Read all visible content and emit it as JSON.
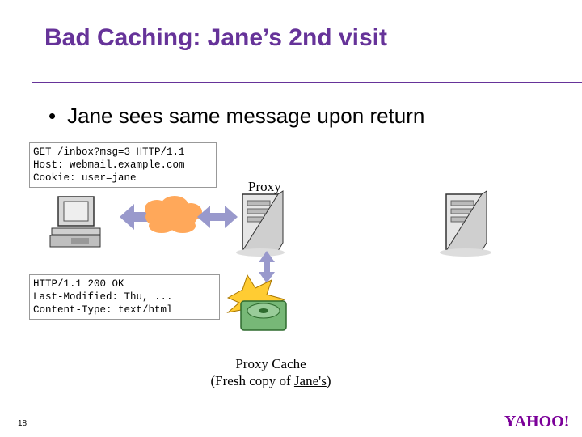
{
  "title": "Bad Caching: Jane’s 2nd visit",
  "bullet": "Jane sees same message upon return",
  "request": [
    "GET /inbox?msg=3 HTTP/1.1",
    "Host: webmail.example.com",
    "Cookie: user=jane"
  ],
  "response": [
    "HTTP/1.1 200 OK",
    "Last-Modified: Thu, ...",
    "Content-Type: text/html"
  ],
  "proxy_label": "Proxy",
  "cache_label_line1": "Proxy Cache",
  "cache_label_line2_pre": "(Fresh copy of ",
  "cache_label_line2_name": "Jane's",
  "cache_label_line2_post": ")",
  "page_number": "18",
  "logo_text": "YAHOO!",
  "colors": {
    "title": "#663399",
    "rule": "#663399",
    "cloud": "#ffa85a",
    "arrow": "#9999cc"
  }
}
